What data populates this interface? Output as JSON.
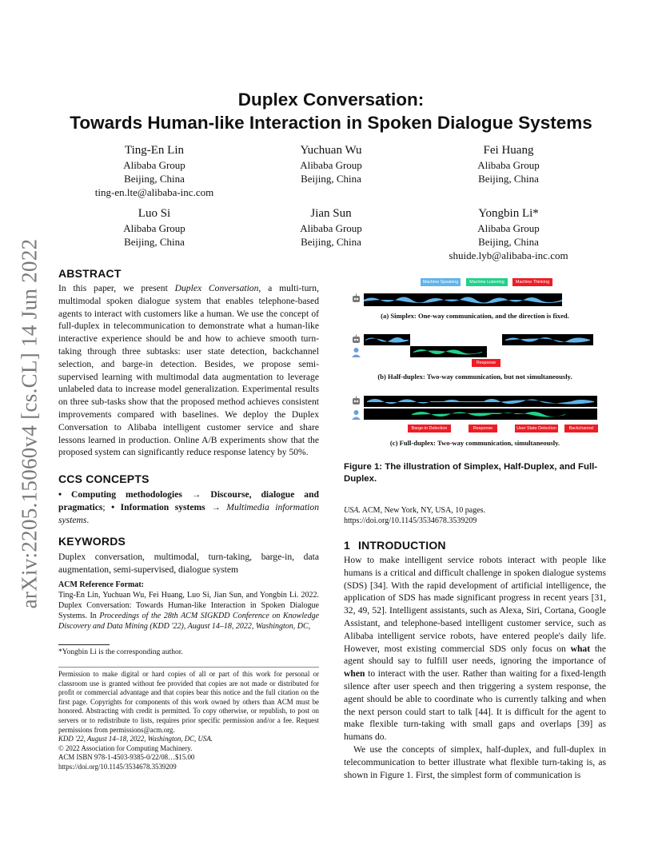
{
  "arxiv_stamp": "arXiv:2205.15060v4  [cs.CL]  14 Jun 2022",
  "title": {
    "line1": "Duplex Conversation:",
    "line2": "Towards Human-like Interaction in Spoken Dialogue Systems"
  },
  "authors": [
    {
      "name": "Ting-En Lin",
      "org": "Alibaba Group",
      "loc": "Beijing, China",
      "email": "ting-en.lte@alibaba-inc.com"
    },
    {
      "name": "Yuchuan Wu",
      "org": "Alibaba Group",
      "loc": "Beijing, China",
      "email": ""
    },
    {
      "name": "Fei Huang",
      "org": "Alibaba Group",
      "loc": "Beijing, China",
      "email": ""
    },
    {
      "name": "Luo Si",
      "org": "Alibaba Group",
      "loc": "Beijing, China",
      "email": ""
    },
    {
      "name": "Jian Sun",
      "org": "Alibaba Group",
      "loc": "Beijing, China",
      "email": ""
    },
    {
      "name": "Yongbin Li*",
      "org": "Alibaba Group",
      "loc": "Beijing, China",
      "email": "shuide.lyb@alibaba-inc.com"
    }
  ],
  "abstract": {
    "heading": "ABSTRACT",
    "text_before": "In this paper, we present ",
    "text_em": "Duplex Conversation",
    "text_after": ", a multi-turn, multimodal spoken dialogue system that enables telephone-based agents to interact with customers like a human. We use the concept of full-duplex in telecommunication to demonstrate what a human-like interactive experience should be and how to achieve smooth turn-taking through three subtasks: user state detection, backchannel selection, and barge-in detection. Besides, we propose semi-supervised learning with multimodal data augmentation to leverage unlabeled data to increase model generalization. Experimental results on three sub-tasks show that the proposed method achieves consistent improvements compared with baselines. We deploy the Duplex Conversation to Alibaba intelligent customer service and share lessons learned in production. Online A/B experiments show that the proposed system can significantly reduce response latency by 50%."
  },
  "ccs": {
    "heading": "CCS CONCEPTS",
    "bullet1": "• Computing methodologies → Discourse, dialogue and pragmatics",
    "sep": "; ",
    "bullet2": "• Information systems",
    "arrow": " → ",
    "bullet2_em": "Multimedia information systems",
    "end": "."
  },
  "keywords": {
    "heading": "KEYWORDS",
    "text": "Duplex conversation, multimodal, turn-taking, barge-in, data augmentation, semi-supervised, dialogue system"
  },
  "acm_ref": {
    "heading": "ACM Reference Format:",
    "text_before": "Ting-En Lin, Yuchuan Wu, Fei Huang, Luo Si, Jian Sun, and Yongbin Li. 2022. Duplex Conversation: Towards Human-like Interaction in Spoken Dialogue Systems. In ",
    "text_em": "Proceedings of the 28th ACM SIGKDD Conference on Knowledge Discovery and Data Mining (KDD '22), August 14–18, 2022, Washington, DC,",
    "continued": "USA.",
    "continued_rest": " ACM, New York, NY, USA, 10 pages. https://doi.org/10.1145/3534678.3539209"
  },
  "footnote": "*Yongbin Li is the corresponding author.",
  "permission": {
    "text": "Permission to make digital or hard copies of all or part of this work for personal or classroom use is granted without fee provided that copies are not made or distributed for profit or commercial advantage and that copies bear this notice and the full citation on the first page. Copyrights for components of this work owned by others than ACM must be honored. Abstracting with credit is permitted. To copy otherwise, or republish, to post on servers or to redistribute to lists, requires prior specific permission and/or a fee. Request permissions from permissions@acm.org.",
    "venue": "KDD '22, August 14–18, 2022, Washington, DC, USA.",
    "copyright": "© 2022 Association for Computing Machinery.",
    "isbn": "ACM ISBN 978-1-4503-9385-0/22/08…$15.00",
    "doi": "https://doi.org/10.1145/3534678.3539209"
  },
  "figure": {
    "legend": [
      "Machine Speaking",
      "Machine Listening",
      "Machine Thinking"
    ],
    "legend_colors": [
      "#5fb4ea",
      "#1fd18a",
      "#ee1c25"
    ],
    "caption_a": "(a) Simplex: One-way communication, and the direction is fixed.",
    "caption_b": "(b) Half-duplex: Two-way communication, but not simultaneously.",
    "caption_c": "(c) Full-duplex: Two-way communication, simultaneously.",
    "tag_b": "Response",
    "tags_c": [
      "Barge-in Detection",
      "Response",
      "User State Detection",
      "Backchannel"
    ],
    "caption": "Figure 1: The illustration of Simplex, Half-Duplex, and Full-Duplex."
  },
  "intro": {
    "number": "1",
    "heading": "INTRODUCTION",
    "p1_a": "How to make intelligent service robots interact with people like humans is a critical and difficult challenge in spoken dialogue systems (SDS) [34]. With the rapid development of artificial intelligence, the application of SDS has made significant progress in recent years [31, 32, 49, 52]. Intelligent assistants, such as Alexa, Siri, Cortana, Google Assistant, and telephone-based intelligent customer service, such as Alibaba intelligent service robots, have entered people's daily life. However, most existing commercial SDS only focus on ",
    "p1_what": "what",
    "p1_b": " the agent should say to fulfill user needs, ignoring the importance of ",
    "p1_when": "when",
    "p1_c": " to interact with the user. Rather than waiting for a fixed-length silence after user speech and then triggering a system response, the agent should be able to coordinate who is currently talking and when the next person could start to talk [44]. It is difficult for the agent to make flexible turn-taking with small gaps and overlaps [39] as humans do.",
    "p2": "We use the concepts of simplex, half-duplex, and full-duplex in telecommunication to better illustrate what flexible turn-taking is, as shown in Figure 1. First, the simplest form of communication is"
  }
}
